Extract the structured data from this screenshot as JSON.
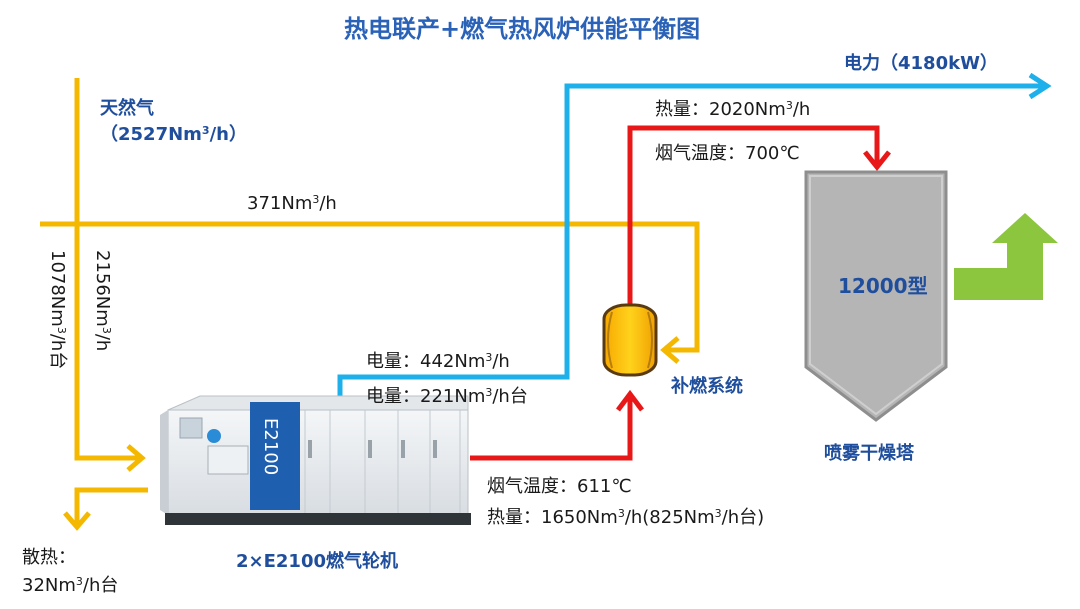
{
  "title": "热电联产+燃气热风炉供能平衡图",
  "natural_gas": {
    "name": "天然气",
    "flow_pre": "（2527Nm",
    "flow_sup": "3",
    "flow_post": "/h）"
  },
  "gas_branch": {
    "pre": "371Nm",
    "sup": "3",
    "post": "/h"
  },
  "gas_left": {
    "pre": "1078Nm",
    "sup": "3",
    "post": "/h台"
  },
  "gas_right": {
    "pre": "2156Nm",
    "sup": "3",
    "post": "/h"
  },
  "power_out": "电力（4180kW）",
  "heat_top": {
    "pre": "热量：2020Nm",
    "sup": "3",
    "post": "/h"
  },
  "temp_top": "烟气温度：700℃",
  "elec_1": {
    "pre": "电量：442Nm",
    "sup": "3",
    "post": "/h"
  },
  "elec_2": {
    "pre": "电量：221Nm",
    "sup": "3",
    "post": "/h台"
  },
  "burner": "补燃系统",
  "exhaust_temp": "烟气温度：611℃",
  "exhaust_heat": {
    "pre": "热量：1650Nm",
    "sup": "3",
    "post": "/h(825Nm",
    "sup2": "3",
    "post2": "/h台)"
  },
  "turbine": {
    "name": "2×E2100燃气轮机",
    "panel_text": "E2100"
  },
  "dissipation": {
    "label": "散热：",
    "pre": "32Nm",
    "sup": "3",
    "post": "/h台"
  },
  "dryer": {
    "model": "12000型",
    "name": "喷雾干燥塔"
  },
  "colors": {
    "gas": "#f5b800",
    "power": "#1eb0ea",
    "heat": "#e81818",
    "output": "#8cc63f",
    "tower": "#b5b5b5",
    "title": "#2a62b8"
  }
}
